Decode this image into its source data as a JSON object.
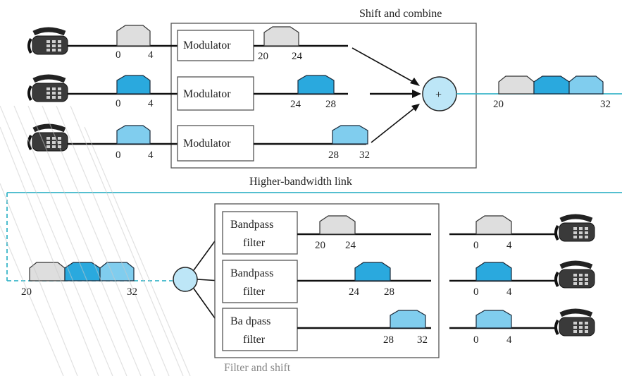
{
  "top": {
    "title": "Shift and combine",
    "caption": "Higher-bandwidth link",
    "modulator_label": "Modulator",
    "plus_label": "+",
    "inputs": [
      {
        "ticks": [
          "0",
          "4"
        ],
        "shape_color": "#dedede"
      },
      {
        "ticks": [
          "0",
          "4"
        ],
        "shape_color": "#2aa9de"
      },
      {
        "ticks": [
          "0",
          "4"
        ],
        "shape_color": "#80cdee"
      }
    ],
    "modulated": [
      {
        "ticks": [
          "20",
          "24"
        ]
      },
      {
        "ticks": [
          "24",
          "28"
        ]
      },
      {
        "ticks": [
          "28",
          "32"
        ]
      }
    ],
    "combined_ticks": [
      "20",
      "32"
    ]
  },
  "bottom": {
    "combined_ticks": [
      "20",
      "32"
    ],
    "filter_label_line1": "Bandpass",
    "filter_label_line2": "filter",
    "filter_label_line1_partial": "Ba dpass",
    "filter_label_line2_partial": "filter",
    "caption_partial": "Filter and shift",
    "filtered": [
      {
        "ticks": [
          "20",
          "24"
        ]
      },
      {
        "ticks": [
          "24",
          "28"
        ]
      },
      {
        "ticks": [
          "28",
          "32"
        ]
      }
    ],
    "outputs": [
      {
        "ticks": [
          "0",
          "4"
        ]
      },
      {
        "ticks": [
          "0",
          "4"
        ]
      },
      {
        "ticks": [
          "0",
          "4"
        ]
      }
    ]
  },
  "colors": {
    "channel1": "#dedede",
    "channel2": "#2aa9de",
    "channel3": "#80cdee",
    "link": "#3bb6c9",
    "adder": "#bde6f7"
  },
  "icons": [
    "telephone-icon",
    "adder-icon",
    "splitter-icon"
  ]
}
